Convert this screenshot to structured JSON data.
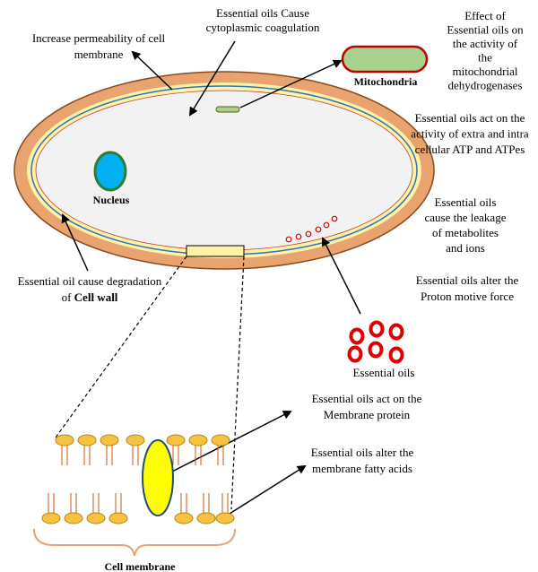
{
  "labels": {
    "permeability": [
      "Increase permeability of cell",
      "membrane"
    ],
    "coagulation": [
      "Essential oils Cause",
      "cytoplasmic coagulation"
    ],
    "dehydrogenases": [
      "Effect of",
      "Essential oils on",
      "the activity of",
      "the",
      "mitochondrial",
      "dehydrogenases"
    ],
    "mitochondria": "Mitochondria",
    "atp": [
      "Essential oils act on the",
      "activity of extra and intra",
      "cellular ATP and ATPes"
    ],
    "nucleus": "Nucleus",
    "leakage": [
      "Essential oils",
      "cause the leakage",
      "of metabolites",
      "and ions"
    ],
    "proton": [
      "Essential oils alter the",
      "Proton motive force"
    ],
    "cell_wall_line1": "Essential oil cause degradation",
    "cell_wall_of": "of",
    "cell_wall_bold": "Cell wall",
    "essential_oils": "Essential oils",
    "membrane_protein": [
      "Essential oils act on the",
      "Membrane protein"
    ],
    "fatty_acids": [
      "Essential oils alter the",
      "membrane fatty acids"
    ],
    "cell_membrane": "Cell membrane"
  },
  "colors": {
    "cell_wall": "#e8a36e",
    "cell_wall_stroke": "#8a4a1e",
    "membrane_yellow": "#fff2a8",
    "inner_line": "#2e75b6",
    "cytoplasm": "#f2f2f2",
    "mitochondria_fill": "#a9d18e",
    "mitochondria_stroke": "#c00000",
    "nucleus_fill": "#00b0f0",
    "nucleus_ring": "#2e7d32",
    "oil_red": "#e00000",
    "lipid_head": "#f5c242",
    "lipid_stroke": "#b8860b",
    "protein_fill": "#ffff00",
    "bracket": "#e8a36e"
  }
}
